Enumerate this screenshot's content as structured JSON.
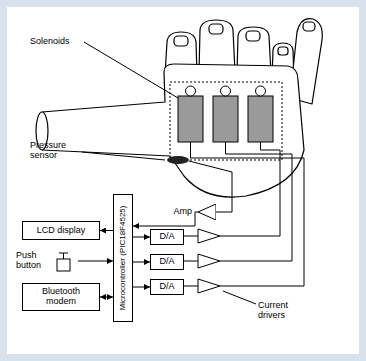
{
  "diagram": {
    "nodes": [
      {
        "text": [
          "LCD display"
        ]
      },
      {
        "text": [
          "Push button"
        ]
      },
      {
        "text": [
          "Bluetooth modem"
        ]
      },
      {
        "text": [
          "Microcontroller (PIC18F4525)"
        ]
      },
      {
        "text": [
          "D/A"
        ]
      },
      {
        "text": [
          "D/A"
        ]
      },
      {
        "text": [
          "D/A"
        ]
      },
      {
        "text": [
          "Amp"
        ]
      }
    ],
    "edges": [
      {
        "from": 3,
        "to": 0,
        "arrow": "to"
      },
      {
        "from": 1,
        "to": 3,
        "arrow": "to"
      },
      {
        "from": 2,
        "to": 3,
        "arrow": "both"
      },
      {
        "from": 3,
        "to": 4,
        "arrow": "to"
      },
      {
        "from": 3,
        "to": 5,
        "arrow": "to"
      },
      {
        "from": 3,
        "to": 6,
        "arrow": "to"
      },
      {
        "from": 7,
        "to": 3,
        "arrow": "to"
      }
    ],
    "labels": [
      "Solenoids",
      "Pressure sensor",
      "Current drivers"
    ]
  }
}
